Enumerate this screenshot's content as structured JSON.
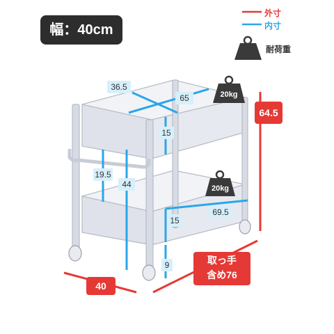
{
  "badge": {
    "width_label": "幅：40cm"
  },
  "legend": {
    "outer_label": "外寸",
    "inner_label": "内寸",
    "load_label": "耐荷重",
    "outer_color": "#e53935",
    "inner_color": "#2aa6e8"
  },
  "dimensions": {
    "inner": {
      "top_depth": "36.5",
      "top_width": "65",
      "top_height": "15",
      "front_height_upper": "19.5",
      "front_height_total": "44",
      "bottom_width": "69.5",
      "bottom_height": "15",
      "clearance": "9"
    },
    "outer": {
      "height": "64.5",
      "depth": "40",
      "width_with_handle_line1": "取っ手",
      "width_with_handle_line2": "含め76"
    }
  },
  "loads": {
    "top": "20kg",
    "bottom": "20kg"
  },
  "icon_names": [
    "weight-icon",
    "double-arrow-icon"
  ],
  "colors": {
    "frame": "#dfe2ea",
    "frame_dark": "#b9bdc7",
    "weight": "#3a3a3a"
  }
}
